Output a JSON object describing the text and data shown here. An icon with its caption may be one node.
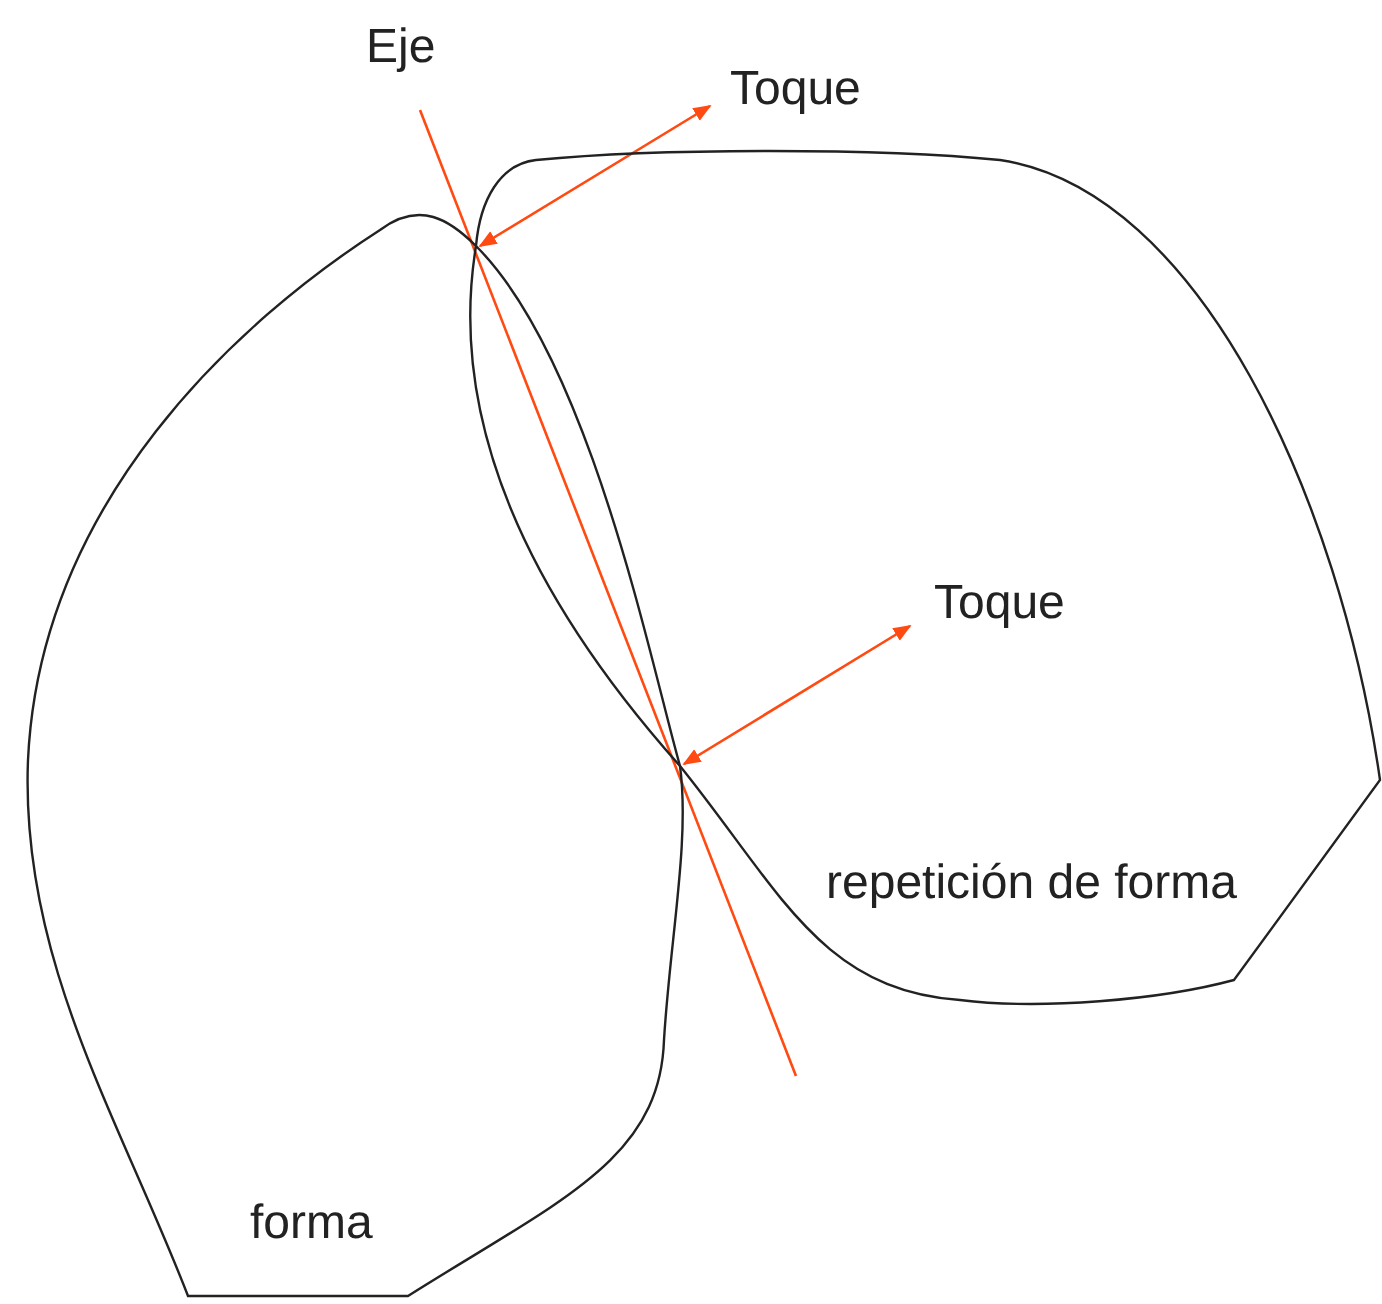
{
  "diagram": {
    "nodes": [
      {
        "text": [
          "forma"
        ]
      },
      {
        "text": [
          "repetición de forma"
        ]
      },
      {
        "text": [
          "Toque"
        ]
      },
      {
        "text": [
          "Toque"
        ],
        "in": 1
      }
    ],
    "edges": [
      {
        "from": 0,
        "to": 2,
        "arrow": "both"
      },
      {
        "from": 0,
        "to": 3,
        "arrow": "both"
      }
    ],
    "labels": [
      "Eje"
    ]
  }
}
